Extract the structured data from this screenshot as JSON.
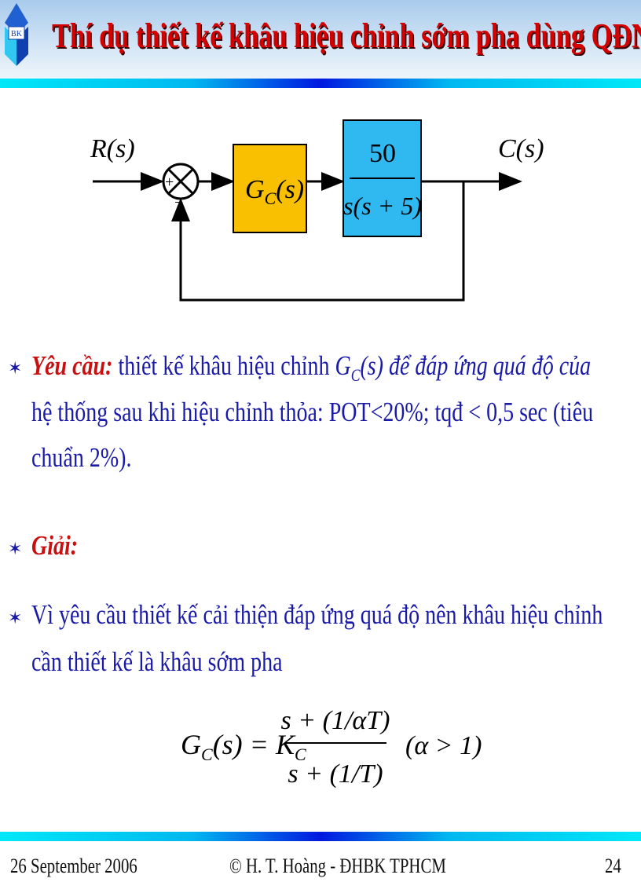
{
  "header": {
    "title": "Thí dụ thiết kế khâu hiệu chỉnh sớm pha dùng QĐNS",
    "logo_text": "BK"
  },
  "diagram": {
    "input": "R(s)",
    "output": "C(s)",
    "controller": "G",
    "controller_sub": "C",
    "controller_arg": "(s)",
    "plant_num": "50",
    "plant_den": "s(s + 5)",
    "sum_plus": "+",
    "sum_minus": "−",
    "colors": {
      "controller": "#f8c000",
      "plant": "#30b8f0"
    }
  },
  "body": {
    "req_label": "Yêu cầu:",
    "req_line1_a": " thiết kế khâu hiệu chỉnh ",
    "req_gc": "G",
    "req_gc_sub": "C",
    "req_line1_b": "(s) để đáp ứng quá độ của",
    "req_line2": "hệ thống sau khi hiệu chỉnh thỏa: POT<20%; tqđ < 0,5 sec (tiêu",
    "req_line3": "chuẩn 2%).",
    "sol_label": "Giải:",
    "note_line1": "Vì yêu cầu thiết kế cải thiện đáp ứng quá độ nên khâu hiệu chỉnh",
    "note_line2": "cần thiết kế là khâu sớm pha",
    "bullet_icon": "star-bullet"
  },
  "formula": {
    "lhs": "G",
    "lhs_sub": "C",
    "lhs_arg": "(s) = K",
    "k_sub": "C",
    "num": "s + (1/αT)",
    "den": "s + (1/T)",
    "cond": "(α > 1)"
  },
  "footer": {
    "date": "26 September 2006",
    "author": "© H. T. Hoàng - ĐHBK TPHCM",
    "page": "24"
  }
}
